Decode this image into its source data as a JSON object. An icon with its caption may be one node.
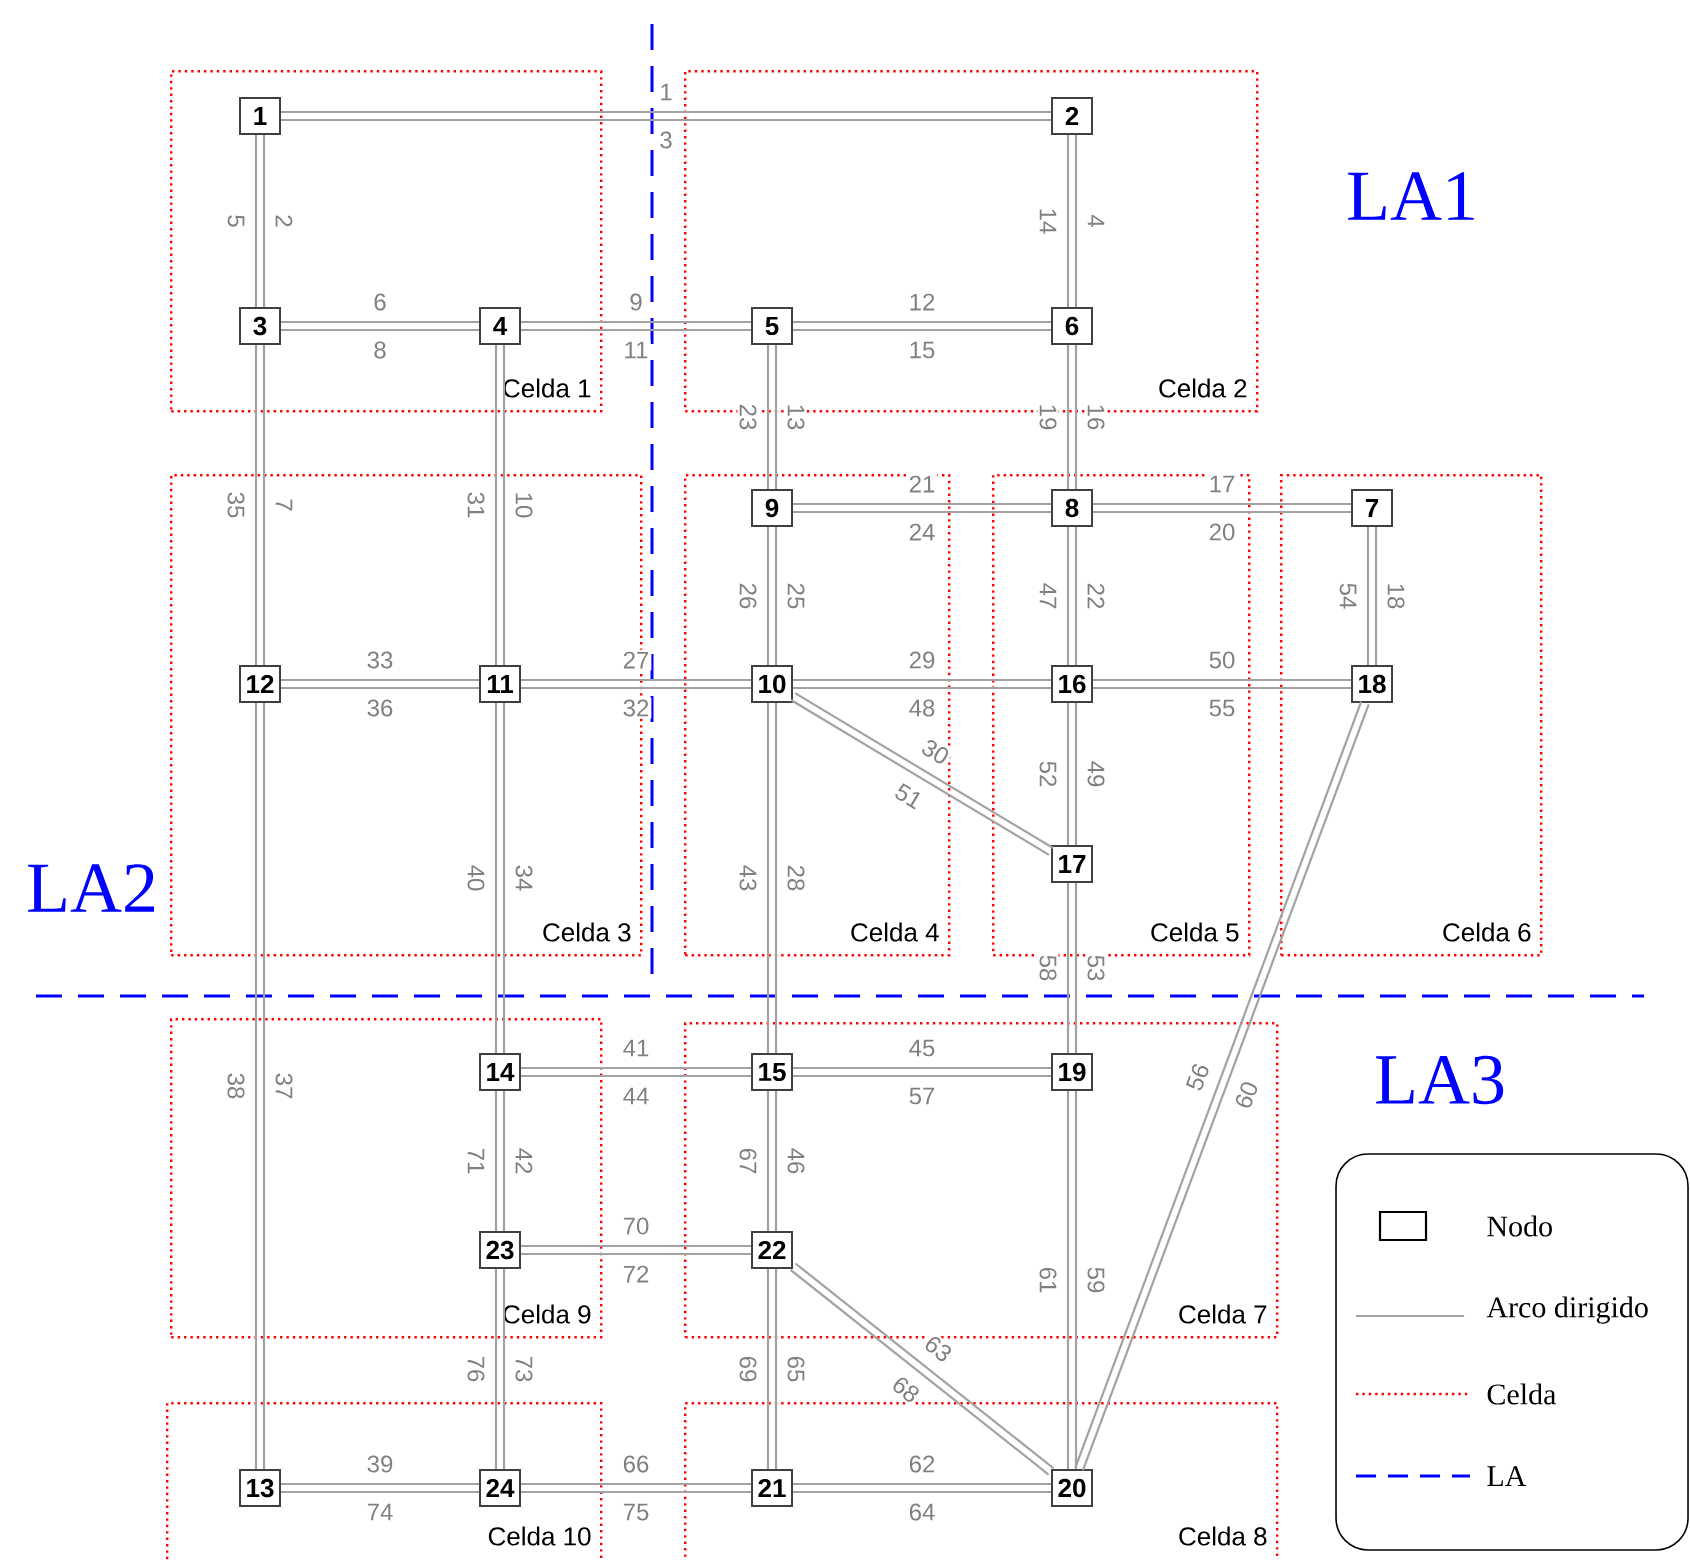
{
  "diagram": {
    "nodes": [
      {
        "text": [
          "Celda 1"
        ]
      },
      {
        "text": [
          "Celda 2"
        ]
      },
      {
        "text": [
          "Celda 3"
        ]
      },
      {
        "text": [
          "Celda 4"
        ]
      },
      {
        "text": [
          "Celda 5"
        ]
      },
      {
        "text": [
          "Celda 6"
        ]
      },
      {
        "text": [
          "Celda 7"
        ]
      },
      {
        "text": [
          "Celda 8"
        ]
      },
      {
        "text": [
          "Celda 9"
        ]
      },
      {
        "text": [
          "Celda 10"
        ]
      },
      {
        "text": [
          "1"
        ],
        "in": 0
      },
      {
        "text": [
          "2"
        ],
        "in": 1
      },
      {
        "text": [
          "3"
        ],
        "in": 0
      },
      {
        "text": [
          "4"
        ],
        "in": 0
      },
      {
        "text": [
          "5"
        ],
        "in": 1
      },
      {
        "text": [
          "6"
        ],
        "in": 1
      },
      {
        "text": [
          "7"
        ],
        "in": 5
      },
      {
        "text": [
          "8"
        ],
        "in": 4
      },
      {
        "text": [
          "9"
        ],
        "in": 3
      },
      {
        "text": [
          "10"
        ],
        "in": 3
      },
      {
        "text": [
          "11"
        ],
        "in": 2
      },
      {
        "text": [
          "12"
        ],
        "in": 2
      },
      {
        "text": [
          "13"
        ],
        "in": 9
      },
      {
        "text": [
          "14"
        ],
        "in": 8
      },
      {
        "text": [
          "15"
        ],
        "in": 6
      },
      {
        "text": [
          "16"
        ],
        "in": 4
      },
      {
        "text": [
          "17"
        ],
        "in": 4
      },
      {
        "text": [
          "18"
        ],
        "in": 5
      },
      {
        "text": [
          "19"
        ],
        "in": 6
      },
      {
        "text": [
          "20"
        ],
        "in": 7
      },
      {
        "text": [
          "21"
        ],
        "in": 7
      },
      {
        "text": [
          "22"
        ],
        "in": 6
      },
      {
        "text": [
          "23"
        ],
        "in": 8
      },
      {
        "text": [
          "24"
        ],
        "in": 9
      }
    ],
    "edges": [
      {
        "from": 10,
        "to": 11,
        "arrow": "none",
        "label": "1"
      },
      {
        "from": 11,
        "to": 10,
        "arrow": "none",
        "label": "3"
      },
      {
        "from": 10,
        "to": 12,
        "arrow": "none",
        "label": "2"
      },
      {
        "from": 12,
        "to": 10,
        "arrow": "none",
        "label": "5"
      },
      {
        "from": 12,
        "to": 13,
        "arrow": "none",
        "label": "6"
      },
      {
        "from": 13,
        "to": 12,
        "arrow": "none",
        "label": "8"
      },
      {
        "from": 13,
        "to": 14,
        "arrow": "none",
        "label": "9"
      },
      {
        "from": 14,
        "to": 13,
        "arrow": "none",
        "label": "11"
      },
      {
        "from": 14,
        "to": 15,
        "arrow": "none",
        "label": "12"
      },
      {
        "from": 15,
        "to": 14,
        "arrow": "none",
        "label": "15"
      },
      {
        "from": 11,
        "to": 15,
        "arrow": "none",
        "label": "4"
      },
      {
        "from": 15,
        "to": 11,
        "arrow": "none",
        "label": "14"
      },
      {
        "from": 14,
        "to": 18,
        "arrow": "none",
        "label": "13"
      },
      {
        "from": 18,
        "to": 14,
        "arrow": "none",
        "label": "23"
      },
      {
        "from": 15,
        "to": 17,
        "arrow": "none",
        "label": "16"
      },
      {
        "from": 17,
        "to": 15,
        "arrow": "none",
        "label": "19"
      },
      {
        "from": 12,
        "to": 21,
        "arrow": "none",
        "label": "7"
      },
      {
        "from": 21,
        "to": 12,
        "arrow": "none",
        "label": "35"
      },
      {
        "from": 13,
        "to": 20,
        "arrow": "none",
        "label": "10"
      },
      {
        "from": 20,
        "to": 13,
        "arrow": "none",
        "label": "31"
      },
      {
        "from": 18,
        "to": 17,
        "arrow": "none",
        "label": "21"
      },
      {
        "from": 17,
        "to": 18,
        "arrow": "none",
        "label": "24"
      },
      {
        "from": 17,
        "to": 16,
        "arrow": "none",
        "label": "17"
      },
      {
        "from": 16,
        "to": 17,
        "arrow": "none",
        "label": "20"
      },
      {
        "from": 18,
        "to": 19,
        "arrow": "none",
        "label": "25"
      },
      {
        "from": 19,
        "to": 18,
        "arrow": "none",
        "label": "26"
      },
      {
        "from": 17,
        "to": 25,
        "arrow": "none",
        "label": "22"
      },
      {
        "from": 25,
        "to": 17,
        "arrow": "none",
        "label": "47"
      },
      {
        "from": 16,
        "to": 27,
        "arrow": "none",
        "label": "18"
      },
      {
        "from": 27,
        "to": 16,
        "arrow": "none",
        "label": "54"
      },
      {
        "from": 21,
        "to": 20,
        "arrow": "none",
        "label": "33"
      },
      {
        "from": 20,
        "to": 21,
        "arrow": "none",
        "label": "36"
      },
      {
        "from": 20,
        "to": 19,
        "arrow": "none",
        "label": "27"
      },
      {
        "from": 19,
        "to": 20,
        "arrow": "none",
        "label": "32"
      },
      {
        "from": 19,
        "to": 25,
        "arrow": "none",
        "label": "29"
      },
      {
        "from": 25,
        "to": 19,
        "arrow": "none",
        "label": "48"
      },
      {
        "from": 25,
        "to": 27,
        "arrow": "none",
        "label": "50"
      },
      {
        "from": 27,
        "to": 25,
        "arrow": "none",
        "label": "55"
      },
      {
        "from": 19,
        "to": 26,
        "arrow": "none",
        "label": "30"
      },
      {
        "from": 26,
        "to": 19,
        "arrow": "none",
        "label": "51"
      },
      {
        "from": 25,
        "to": 26,
        "arrow": "none",
        "label": "49"
      },
      {
        "from": 26,
        "to": 25,
        "arrow": "none",
        "label": "52"
      },
      {
        "from": 20,
        "to": 23,
        "arrow": "none",
        "label": "34"
      },
      {
        "from": 23,
        "to": 20,
        "arrow": "none",
        "label": "40"
      },
      {
        "from": 19,
        "to": 24,
        "arrow": "none",
        "label": "28"
      },
      {
        "from": 24,
        "to": 19,
        "arrow": "none",
        "label": "43"
      },
      {
        "from": 26,
        "to": 28,
        "arrow": "none",
        "label": "53"
      },
      {
        "from": 28,
        "to": 26,
        "arrow": "none",
        "label": "58"
      },
      {
        "from": 21,
        "to": 22,
        "arrow": "none",
        "label": "37"
      },
      {
        "from": 22,
        "to": 21,
        "arrow": "none",
        "label": "38"
      },
      {
        "from": 27,
        "to": 29,
        "arrow": "none",
        "label": "60"
      },
      {
        "from": 29,
        "to": 27,
        "arrow": "none",
        "label": "56"
      },
      {
        "from": 23,
        "to": 24,
        "arrow": "none",
        "label": "41"
      },
      {
        "from": 24,
        "to": 23,
        "arrow": "none",
        "label": "44"
      },
      {
        "from": 24,
        "to": 28,
        "arrow": "none",
        "label": "45"
      },
      {
        "from": 28,
        "to": 24,
        "arrow": "none",
        "label": "57"
      },
      {
        "from": 23,
        "to": 32,
        "arrow": "none",
        "label": "42"
      },
      {
        "from": 32,
        "to": 23,
        "arrow": "none",
        "label": "71"
      },
      {
        "from": 24,
        "to": 31,
        "arrow": "none",
        "label": "46"
      },
      {
        "from": 31,
        "to": 24,
        "arrow": "none",
        "label": "67"
      },
      {
        "from": 32,
        "to": 31,
        "arrow": "none",
        "label": "70"
      },
      {
        "from": 31,
        "to": 32,
        "arrow": "none",
        "label": "72"
      },
      {
        "from": 31,
        "to": 30,
        "arrow": "none",
        "label": "65"
      },
      {
        "from": 30,
        "to": 31,
        "arrow": "none",
        "label": "69"
      },
      {
        "from": 28,
        "to": 29,
        "arrow": "none",
        "label": "59"
      },
      {
        "from": 29,
        "to": 28,
        "arrow": "none",
        "label": "61"
      },
      {
        "from": 31,
        "to": 29,
        "arrow": "none",
        "label": "63"
      },
      {
        "from": 29,
        "to": 31,
        "arrow": "none",
        "label": "68"
      },
      {
        "from": 32,
        "to": 33,
        "arrow": "none",
        "label": "73"
      },
      {
        "from": 33,
        "to": 32,
        "arrow": "none",
        "label": "76"
      },
      {
        "from": 22,
        "to": 33,
        "arrow": "none",
        "label": "39"
      },
      {
        "from": 33,
        "to": 22,
        "arrow": "none",
        "label": "74"
      },
      {
        "from": 33,
        "to": 30,
        "arrow": "none",
        "label": "66"
      },
      {
        "from": 30,
        "to": 33,
        "arrow": "none",
        "label": "75"
      },
      {
        "from": 30,
        "to": 29,
        "arrow": "none",
        "label": "62"
      },
      {
        "from": 29,
        "to": 30,
        "arrow": "none",
        "label": "64"
      }
    ],
    "labels": [
      "LA1",
      "LA2",
      "LA3"
    ],
    "legend": [
      {
        "text": "Nodo"
      },
      {
        "text": "Arco dirigido"
      },
      {
        "text": "Celda"
      },
      {
        "text": "LA"
      }
    ]
  }
}
